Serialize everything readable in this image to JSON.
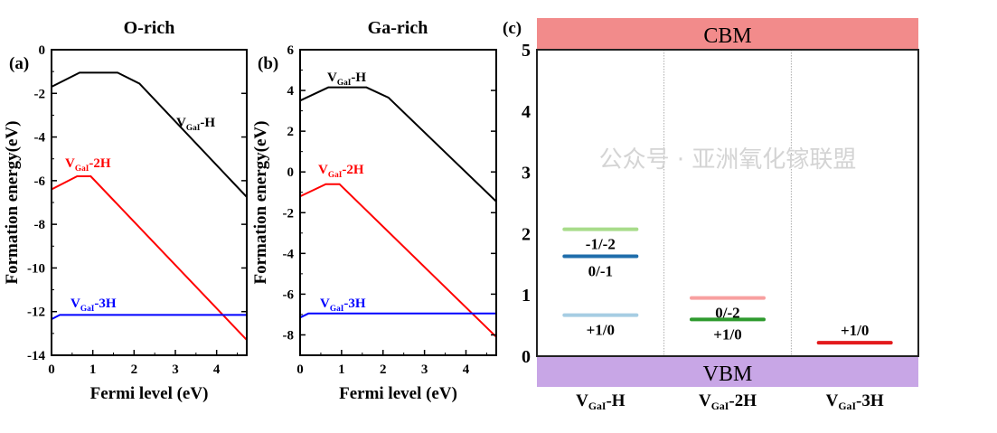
{
  "chart_data": [
    {
      "type": "line",
      "panel": "(a)",
      "title": "O-rich",
      "xlabel": "Fermi level (eV)",
      "ylabel": "Formation energy(eV)",
      "xlim": [
        0,
        4.73
      ],
      "ylim": [
        -14,
        0
      ],
      "xticks": [
        0,
        1,
        2,
        3,
        4
      ],
      "yticks": [
        0,
        -2,
        -4,
        -6,
        -8,
        -10,
        -12,
        -14
      ],
      "series": [
        {
          "name": "VGaI-H",
          "label_main": "V",
          "label_sub": "GaI",
          "label_suffix": "-H",
          "color": "#000000",
          "points": [
            [
              0,
              -1.7
            ],
            [
              0.68,
              -1.05
            ],
            [
              1.6,
              -1.05
            ],
            [
              2.13,
              -1.55
            ],
            [
              4.73,
              -6.75
            ]
          ]
        },
        {
          "name": "VGaI-2H",
          "label_main": "V",
          "label_sub": "GaI",
          "label_suffix": "-2H",
          "color": "#ff0000",
          "points": [
            [
              0,
              -6.4
            ],
            [
              0.62,
              -5.8
            ],
            [
              0.95,
              -5.8
            ],
            [
              4.73,
              -13.3
            ]
          ]
        },
        {
          "name": "VGaI-3H",
          "label_main": "V",
          "label_sub": "GaI",
          "label_suffix": "-3H",
          "color": "#0000ff",
          "points": [
            [
              0,
              -12.35
            ],
            [
              0.2,
              -12.15
            ],
            [
              4.73,
              -12.15
            ]
          ]
        }
      ]
    },
    {
      "type": "line",
      "panel": "(b)",
      "title": "Ga-rich",
      "xlabel": "Fermi level (eV)",
      "ylabel": "Formation energy(eV)",
      "xlim": [
        0,
        4.73
      ],
      "ylim": [
        -9,
        6
      ],
      "xticks": [
        0,
        1,
        2,
        3,
        4
      ],
      "yticks": [
        6,
        4,
        2,
        0,
        -2,
        -4,
        -6,
        -8
      ],
      "series": [
        {
          "name": "VGaI-H",
          "label_main": "V",
          "label_sub": "GaI",
          "label_suffix": "-H",
          "color": "#000000",
          "points": [
            [
              0,
              3.5
            ],
            [
              0.68,
              4.15
            ],
            [
              1.6,
              4.15
            ],
            [
              2.13,
              3.65
            ],
            [
              4.73,
              -1.45
            ]
          ]
        },
        {
          "name": "VGaI-2H",
          "label_main": "V",
          "label_sub": "GaI",
          "label_suffix": "-2H",
          "color": "#ff0000",
          "points": [
            [
              0,
              -1.2
            ],
            [
              0.62,
              -0.6
            ],
            [
              0.95,
              -0.6
            ],
            [
              4.73,
              -8.1
            ]
          ]
        },
        {
          "name": "VGaI-3H",
          "label_main": "V",
          "label_sub": "GaI",
          "label_suffix": "-3H",
          "color": "#0000ff",
          "points": [
            [
              0,
              -7.15
            ],
            [
              0.2,
              -6.95
            ],
            [
              4.73,
              -6.95
            ]
          ]
        }
      ]
    },
    {
      "type": "bar",
      "panel": "(c)",
      "title": "",
      "ylim": [
        0,
        5
      ],
      "yticks": [
        0,
        1,
        2,
        3,
        4,
        5
      ],
      "band_top": "CBM",
      "band_bottom": "VBM",
      "band_top_color": "#f28b8b",
      "band_bottom_color": "#c8a6e6",
      "categories": [
        {
          "main": "V",
          "sub": "GaI",
          "suffix": "-H"
        },
        {
          "main": "V",
          "sub": "GaI",
          "suffix": "-2H"
        },
        {
          "main": "V",
          "sub": "GaI",
          "suffix": "-3H"
        }
      ],
      "levels": [
        {
          "category": 0,
          "value": 2.07,
          "label": "-1/-2",
          "label_pos": "below",
          "color": "#a8dc8a"
        },
        {
          "category": 0,
          "value": 1.63,
          "label": "0/-1",
          "label_pos": "below",
          "color": "#1f6eab"
        },
        {
          "category": 0,
          "value": 0.67,
          "label": "+1/0",
          "label_pos": "below",
          "color": "#a6cde3"
        },
        {
          "category": 1,
          "value": 0.95,
          "label": "0/-2",
          "label_pos": "below",
          "color": "#f8a0a0"
        },
        {
          "category": 1,
          "value": 0.6,
          "label": "+1/0",
          "label_pos": "below",
          "color": "#2e9a2e"
        },
        {
          "category": 2,
          "value": 0.22,
          "label": "+1/0",
          "label_pos": "above",
          "color": "#e31a1c"
        }
      ]
    }
  ],
  "watermark": "公众号 · 亚洲氧化镓联盟"
}
